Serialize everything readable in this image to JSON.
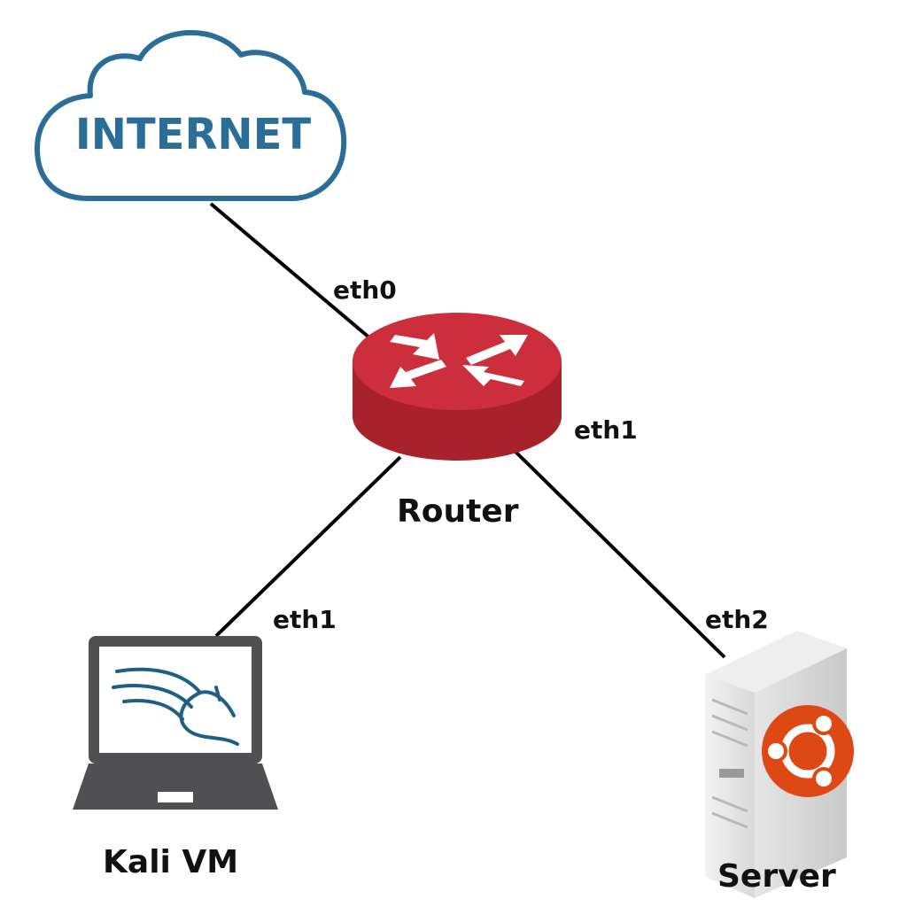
{
  "internet": {
    "label": "INTERNET",
    "icon": "cloud-icon",
    "color": "#2a6d96"
  },
  "router": {
    "label": "Router",
    "icon": "router-icon",
    "color": "#cc2e3b"
  },
  "kali": {
    "label": "Kali VM",
    "icon": "laptop-kali-icon",
    "accent": "#1e5f86"
  },
  "server": {
    "label": "Server",
    "icon": "server-ubuntu-icon",
    "accent": "#dd4814"
  },
  "links": [
    {
      "from": "Internet",
      "to": "Router",
      "port": "eth0"
    },
    {
      "from": "Router",
      "to": "Server",
      "port": "eth1"
    },
    {
      "from": "Kali VM",
      "to": "Router",
      "port": "eth1"
    },
    {
      "from": "Server",
      "to": "Router",
      "port": "eth2"
    }
  ]
}
